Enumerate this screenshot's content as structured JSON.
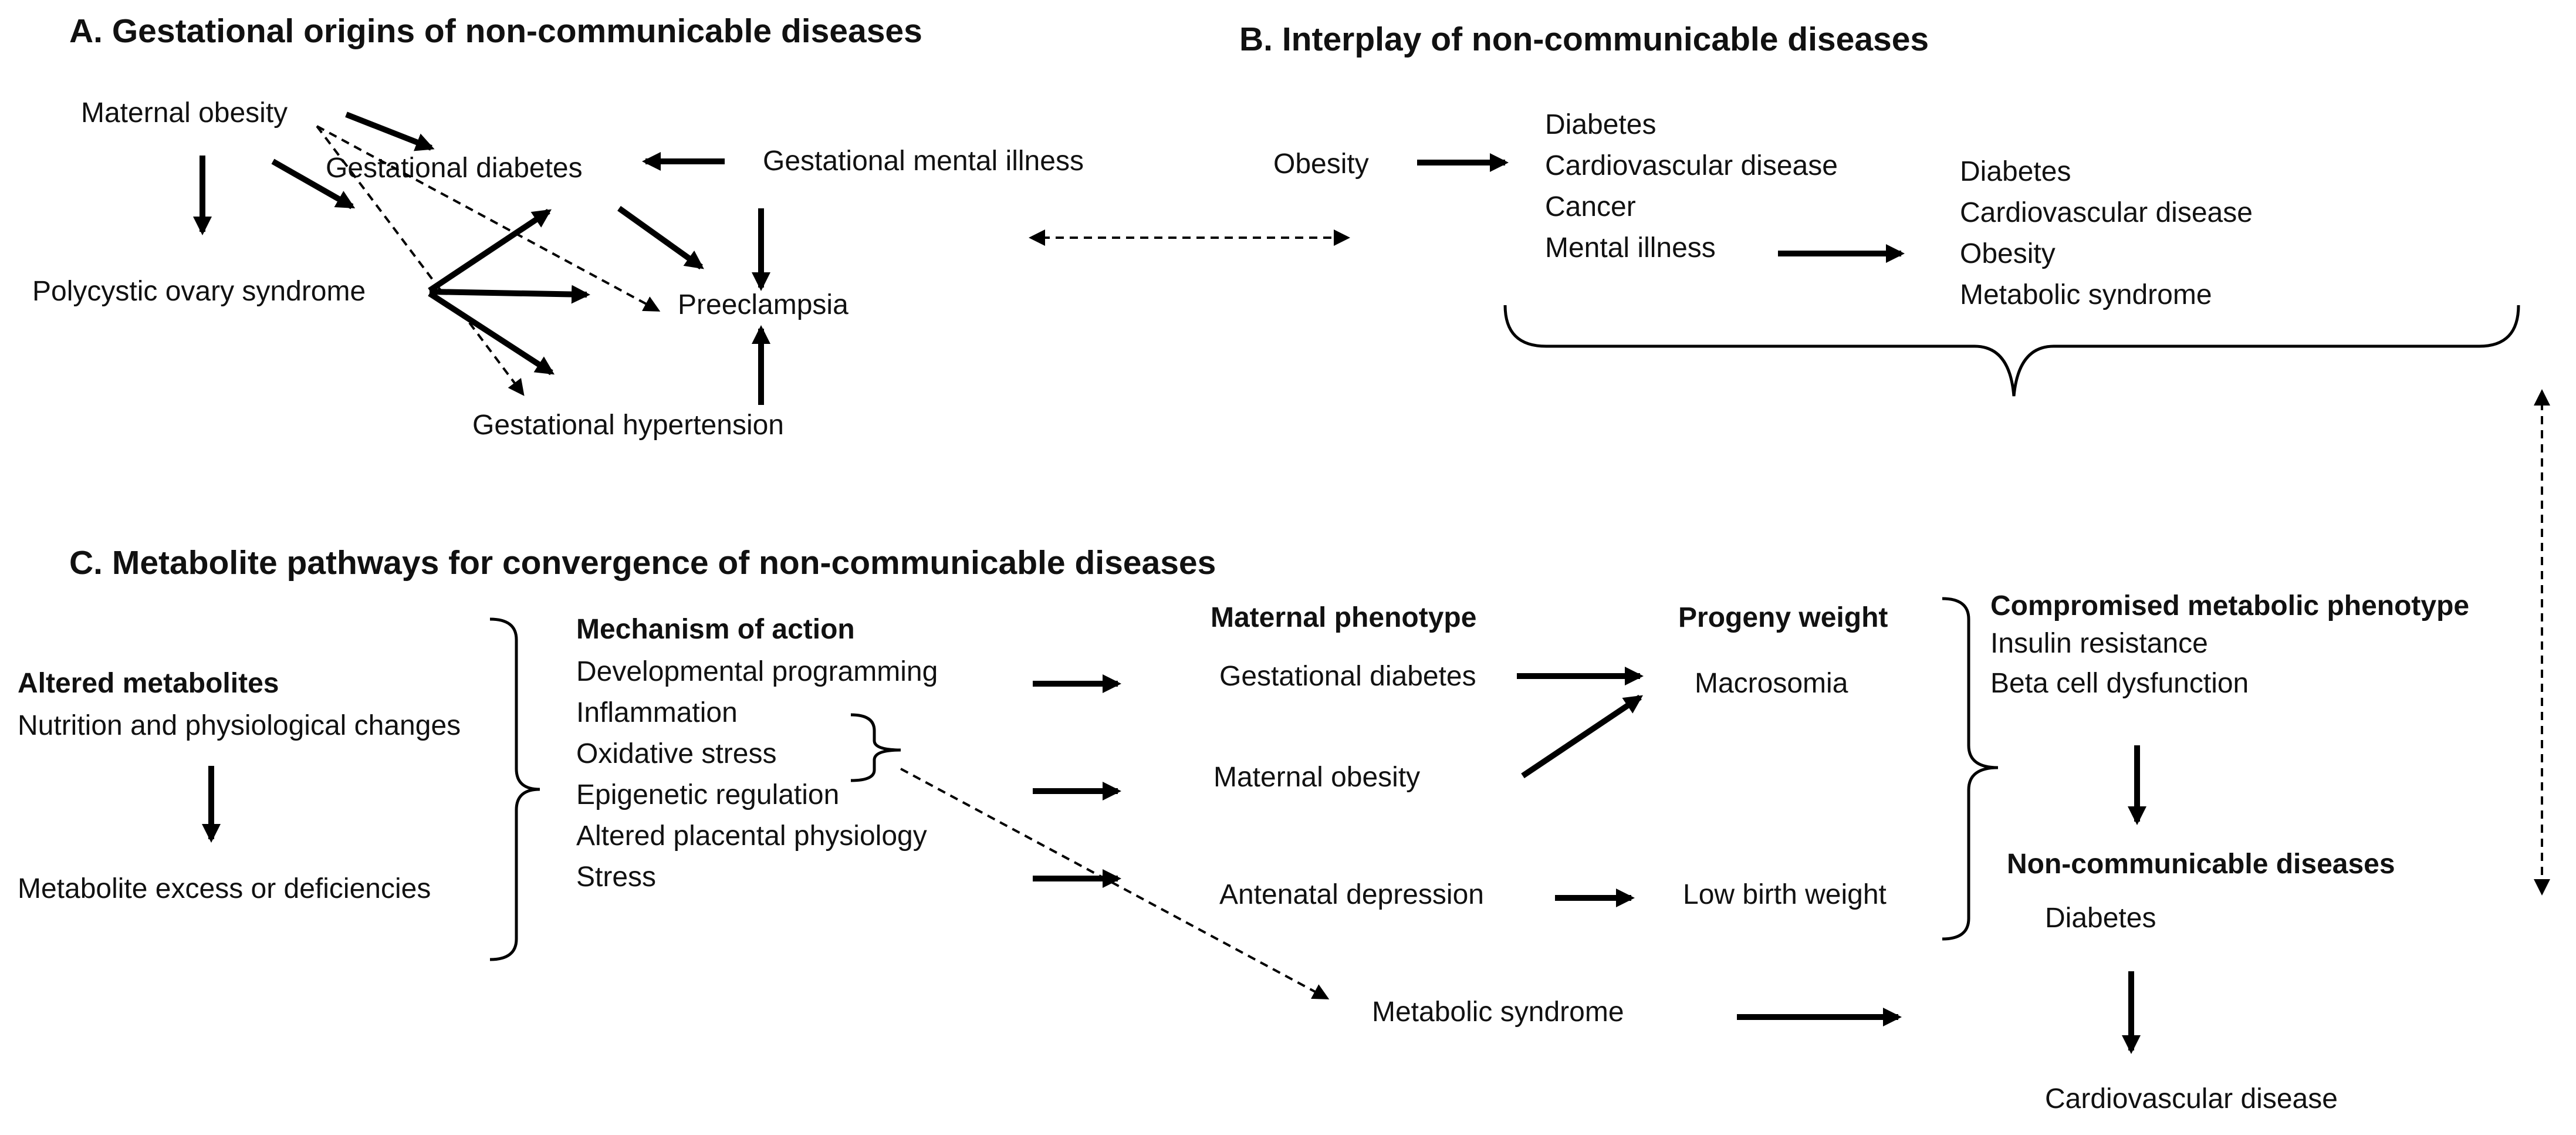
{
  "panel_a": {
    "title": "A. Gestational origins of non-communicable diseases",
    "maternal_obesity": "Maternal obesity",
    "gestational_diabetes": "Gestational diabetes",
    "gestational_mental_illness": "Gestational mental illness",
    "polycystic_ovary_syndrome": "Polycystic ovary syndrome",
    "preeclampsia": "Preeclampsia",
    "gestational_hypertension": "Gestational hypertension"
  },
  "panel_b": {
    "title": "B. Interplay of non-communicable diseases",
    "obesity": "Obesity",
    "list1": [
      "Diabetes",
      "Cardiovascular disease",
      "Cancer",
      "Mental illness"
    ],
    "list2": [
      "Diabetes",
      "Cardiovascular disease",
      "Obesity",
      "Metabolic syndrome"
    ]
  },
  "panel_c": {
    "title": "C. Metabolite pathways for convergence of non-communicable diseases",
    "altered_metabolites_heading": "Altered metabolites",
    "nutrition": "Nutrition and physiological changes",
    "metabolite_excess": "Metabolite excess or deficiencies",
    "mechanism_heading": "Mechanism of action",
    "mechanisms": [
      "Developmental programming",
      "Inflammation",
      "Oxidative stress",
      "Epigenetic regulation",
      "Altered placental physiology",
      "Stress"
    ],
    "maternal_phenotype_heading": "Maternal phenotype",
    "gestational_diabetes": "Gestational diabetes",
    "maternal_obesity": "Maternal obesity",
    "antenatal_depression": "Antenatal depression",
    "metabolic_syndrome": "Metabolic syndrome",
    "progeny_weight_heading": "Progeny weight",
    "macrosomia": "Macrosomia",
    "low_birth_weight": "Low birth weight",
    "compromised_heading": "Compromised metabolic phenotype",
    "insulin_resistance": "Insulin resistance",
    "beta_cell_dysfunction": "Beta cell dysfunction",
    "ncd_heading": "Non-communicable diseases",
    "diabetes": "Diabetes",
    "cardiovascular_disease": "Cardiovascular disease"
  }
}
